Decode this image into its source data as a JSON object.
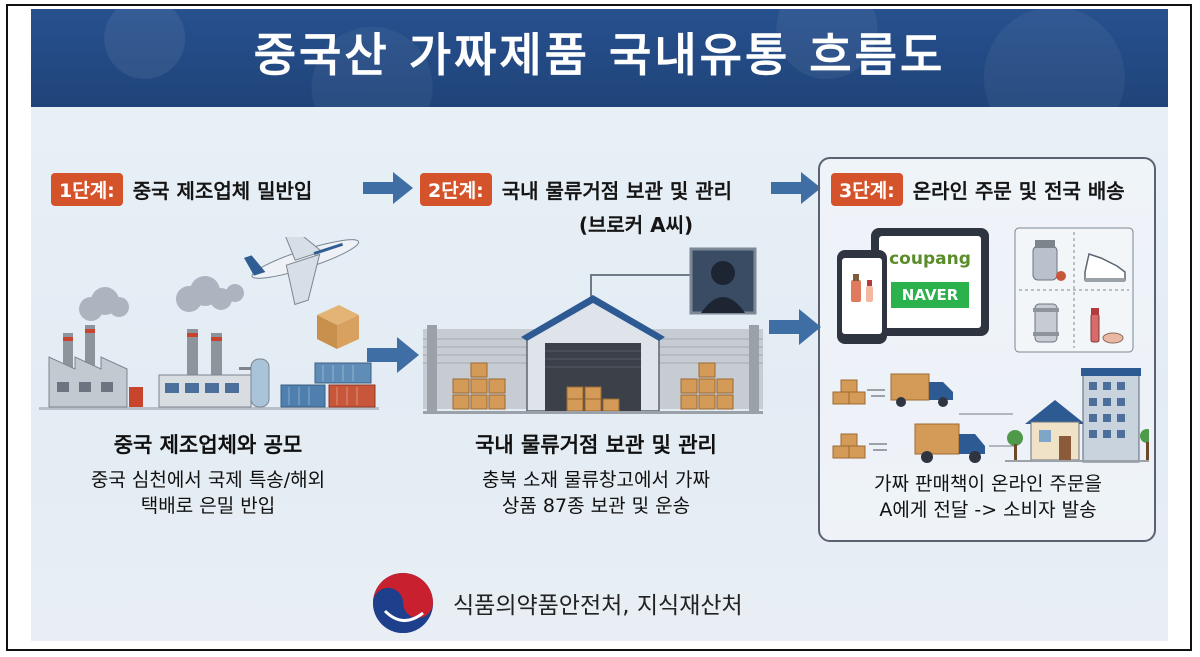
{
  "title": "중국산 가짜제품 국내유통 흐름도",
  "stages": [
    {
      "badge": "1단계:",
      "heading": "중국 제조업체 밀반입",
      "caption_title": "중국 제조업체와 공모",
      "caption_lines": [
        "중국 심천에서 국제 특송/해외",
        "택배로 은밀 반입"
      ]
    },
    {
      "badge": "2단계:",
      "heading": "국내 물류거점 보관 및 관리",
      "subheading": "(브로커 A씨)",
      "caption_title": "국내 물류거점 보관 및 관리",
      "caption_lines": [
        "충북 소재 물류창고에서 가짜",
        "상품 87종 보관 및 운송"
      ]
    },
    {
      "badge": "3단계:",
      "heading": "온라인 주문 및 전국 배송",
      "caption_lines": [
        "가짜 판매책이 온라인 주문을",
        "A에게 전달 -> 소비자 발송"
      ]
    }
  ],
  "brands": {
    "coupang": "coupang",
    "naver": "NAVER"
  },
  "source": "식품의약품안전처, 지식재산처",
  "colors": {
    "title_bar": "#234a86",
    "badge": "#d4532a",
    "arrow": "#3f6ea5",
    "coupang_green": "#5a8d2a",
    "naver_green": "#2bb24c",
    "logo_red": "#c8202f",
    "logo_blue": "#1d3f8c"
  }
}
